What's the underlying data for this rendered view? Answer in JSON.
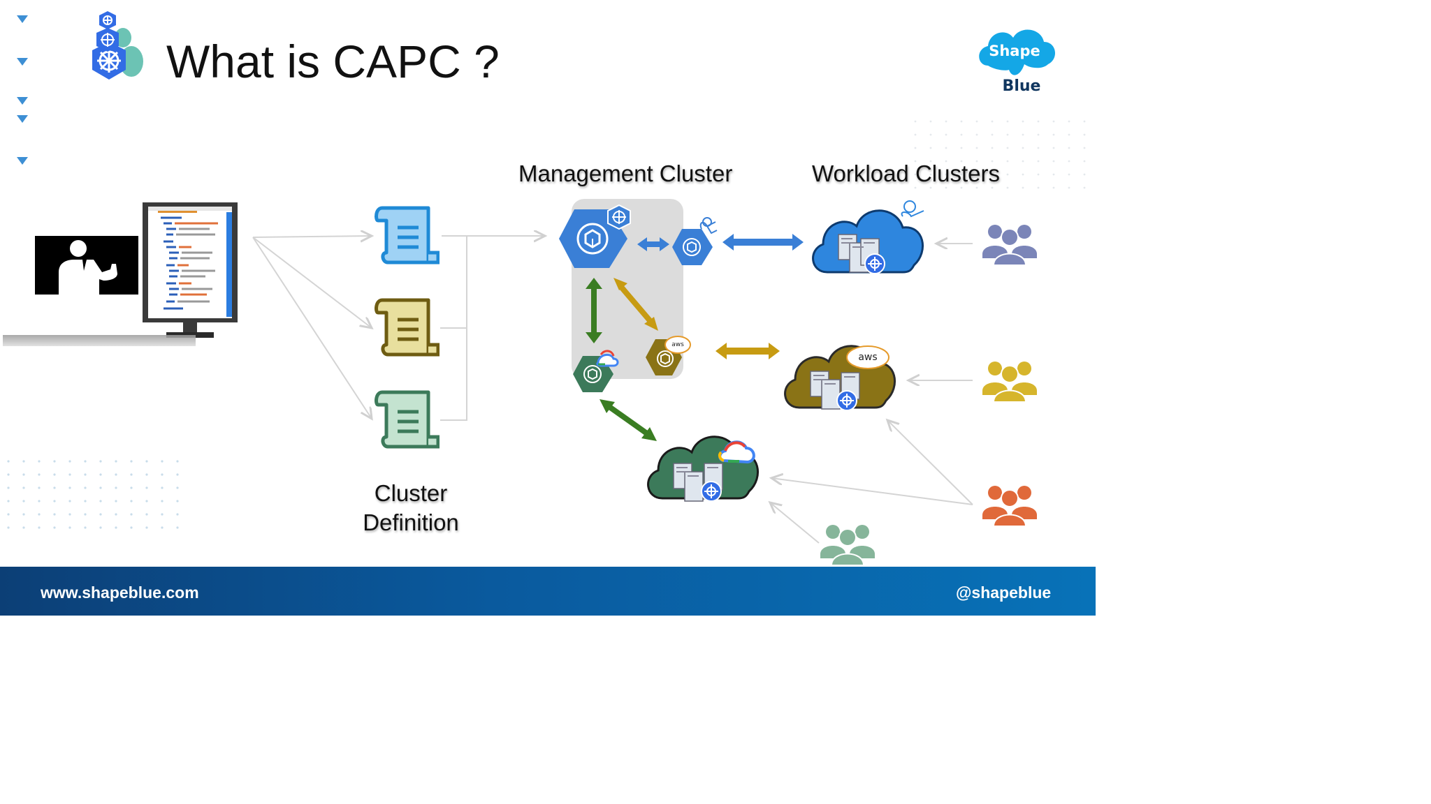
{
  "slide": {
    "title": "What is CAPC ?",
    "management_header": "Management Cluster",
    "workload_header": "Workload Clusters",
    "cluster_definition_line1": "Cluster",
    "cluster_definition_line2": "Definition"
  },
  "logo": {
    "line1": "Shape",
    "line2": "Blue"
  },
  "badges": {
    "aws_small": "aws",
    "aws_large": "aws"
  },
  "footer": {
    "website": "www.shapeblue.com",
    "handle": "@shapeblue"
  },
  "colors": {
    "blue": "#3d8fd4",
    "olive": "#7d6a10",
    "green": "#3c7a5a",
    "gold": "#c79b12",
    "dark_green_arrow": "#3a7d22",
    "users_purple": "#7b85b8",
    "users_gold": "#d6b52c",
    "users_orange": "#e0693a",
    "users_teal": "#86b59a",
    "footer": "#0a5a9e"
  },
  "icons": [
    "kubernetes-turtles-icon",
    "presenter-icon",
    "monitor-icon",
    "scroll-icon",
    "cluster-api-icon",
    "cloud-icon",
    "users-icon",
    "google-cloud-icon",
    "aws-icon",
    "cloudstack-monkey-icon"
  ]
}
